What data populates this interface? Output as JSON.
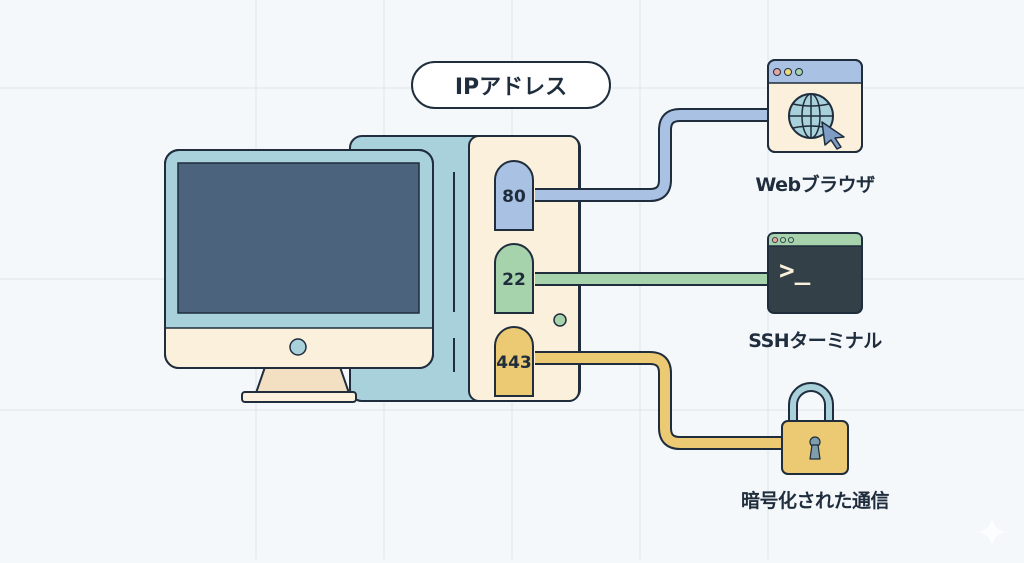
{
  "diagram": {
    "title": "IPアドレス",
    "server": {
      "ports": [
        {
          "number": "80",
          "color": "#a9c2e4"
        },
        {
          "number": "22",
          "color": "#a6d3ab"
        },
        {
          "number": "443",
          "color": "#ecc973"
        }
      ]
    },
    "endpoints": [
      {
        "id": "web-browser",
        "label": "Webブラウザ",
        "port": "80",
        "icon": "browser-globe-icon"
      },
      {
        "id": "ssh-terminal",
        "label": "SSHターミナル",
        "port": "22",
        "icon": "terminal-icon",
        "prompt": ">_"
      },
      {
        "id": "encrypted",
        "label": "暗号化された通信",
        "port": "443",
        "icon": "padlock-icon"
      }
    ],
    "colors": {
      "background": "#f4f8fb",
      "grid": "#dde4ea",
      "outline": "#1f2d3d",
      "monitor_frame": "#a9d1dc",
      "screen": "#4b637c",
      "cream": "#fbf0dc",
      "tower": "#a9d1dc",
      "http": "#a9c2e4",
      "ssh": "#a6d3ab",
      "https": "#ecc973",
      "terminal_bg": "#334047"
    }
  }
}
